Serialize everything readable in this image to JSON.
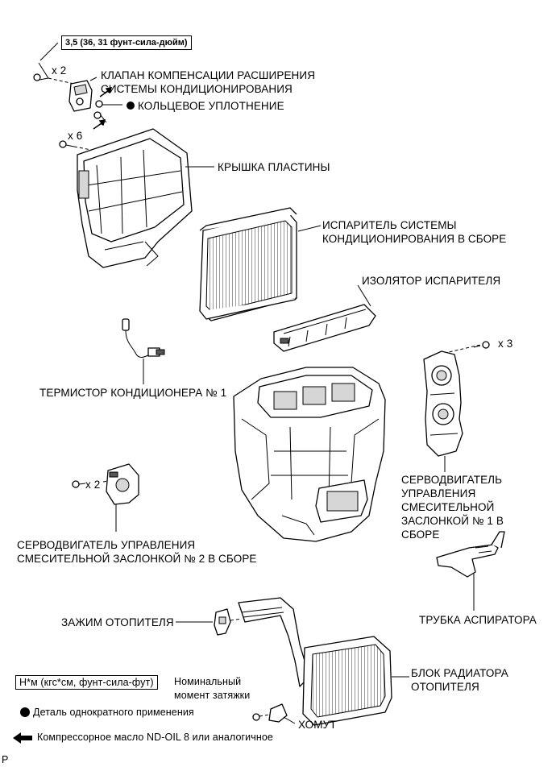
{
  "torque_box": "3,5 (36, 31 фунт-сила-дюйм)",
  "counts": {
    "bolt_valve": "x 2",
    "screws_cover": "x 6",
    "screws_servo1": "x 3",
    "screws_servo2": "x 2"
  },
  "labels": {
    "valve_line1": "КЛАПАН КОМПЕНСАЦИИ РАСШИРЕНИЯ",
    "valve_line2": "СИСТЕМЫ КОНДИЦИОНИРОВАНИЯ",
    "o_ring": "КОЛЬЦЕВОЕ УПЛОТНЕНИЕ",
    "plate_cover": "КРЫШКА ПЛАСТИНЫ",
    "evaporator_line1": "ИСПАРИТЕЛЬ СИСТЕМЫ",
    "evaporator_line2": "КОНДИЦИОНИРОВАНИЯ В СБОРЕ",
    "evap_insulator": "ИЗОЛЯТОР ИСПАРИТЕЛЯ",
    "thermistor": "ТЕРМИСТОР КОНДИЦИОНЕРА № 1",
    "servo1_line1": "СЕРВОДВИГАТЕЛЬ",
    "servo1_line2": "УПРАВЛЕНИЯ",
    "servo1_line3": "СМЕСИТЕЛЬНОЙ",
    "servo1_line4": "ЗАСЛОНКОЙ № 1 В",
    "servo1_line5": "СБОРЕ",
    "servo2_line1": "СЕРВОДВИГАТЕЛЬ УПРАВЛЕНИЯ",
    "servo2_line2": "СМЕСИТЕЛЬНОЙ ЗАСЛОНКОЙ № 2 В СБОРЕ",
    "aspirator": "ТРУБКА АСПИРАТОРА",
    "heater_clip": "ЗАЖИМ ОТОПИТЕЛЯ",
    "heater_core_line1": "БЛОК РАДИАТОРА",
    "heater_core_line2": "ОТОПИТЕЛЯ",
    "clamp": "ХОМУТ"
  },
  "legend": {
    "torque_units": "Н*м (кгс*см, фунт-сила-фут)",
    "torque_desc_line1": "Номинальный",
    "torque_desc_line2": "момент затяжки",
    "single_use": "Деталь однократного применения",
    "oil": "Компрессорное масло ND-OIL 8 или аналогичное"
  },
  "corner_mark": "P"
}
